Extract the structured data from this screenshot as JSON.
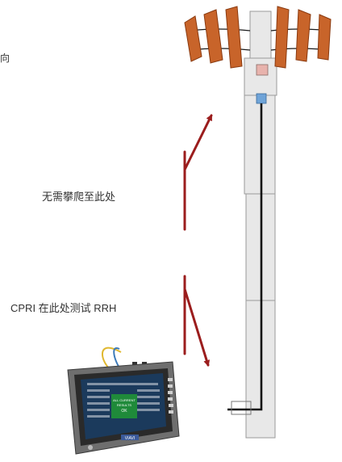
{
  "labels": {
    "top_left_partial": "向",
    "no_climb": "无需攀爬至此处",
    "cpri_test": "CPRI 在此处测试 RRH"
  },
  "device": {
    "screen_badge_lines": [
      "ALL CURRENT",
      "RESULTS",
      "OK"
    ],
    "brand": "VIAVI"
  },
  "colors": {
    "antenna_orange": "#c8642a",
    "antenna_dark": "#8a3a10",
    "arrow_red": "#9b1d1d",
    "tower_fill": "#e8e8e8",
    "tower_stroke": "#9a9a9a",
    "rrh_pink": "#e8b3ad",
    "connector_blue": "#6fa4d8",
    "device_screen": "#1b3a5c",
    "device_green": "#1f8a3a"
  }
}
